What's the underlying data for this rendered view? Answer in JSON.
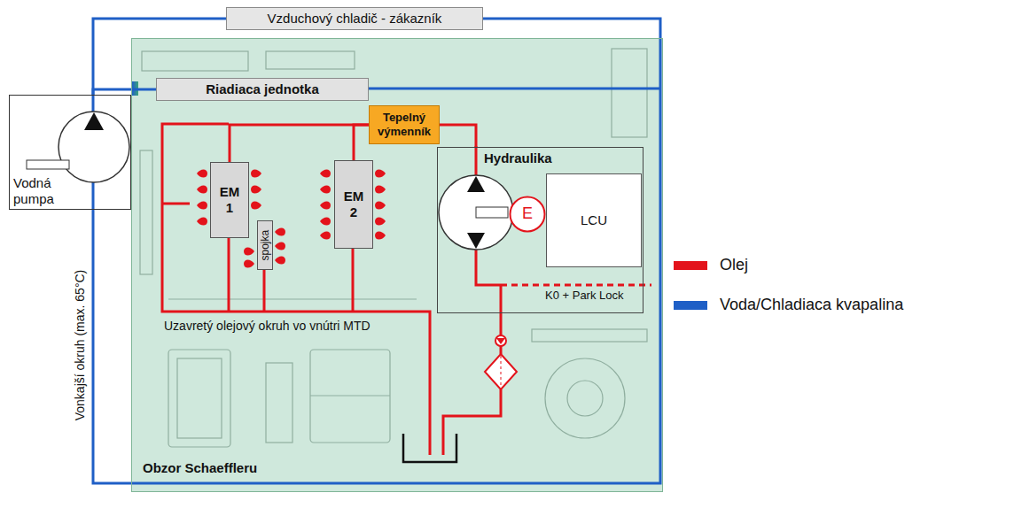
{
  "diagram": {
    "nodes": [
      {
        "text": [
          "Vzduchový chladič - zákazník"
        ]
      },
      {
        "text": [
          "Vodná pumpa"
        ]
      },
      {
        "text": [
          "Obzor Schaeffleru"
        ]
      },
      {
        "text": [
          "Riadiaca jednotka"
        ],
        "in": 2
      },
      {
        "text": [
          "Tepelný výmenník"
        ],
        "in": 2
      },
      {
        "text": [
          "Hydraulika"
        ],
        "in": 2
      },
      {
        "text": [
          "E"
        ],
        "in": 5
      },
      {
        "text": [
          "LCU"
        ],
        "in": 5
      },
      {
        "text": [
          "EM 1"
        ],
        "in": 2
      },
      {
        "text": [
          "spojka"
        ],
        "in": 2
      },
      {
        "text": [
          "EM 2"
        ],
        "in": 2
      }
    ],
    "edges": [
      {
        "from": 1,
        "to": 0,
        "arrow": "none"
      },
      {
        "from": 0,
        "to": 1,
        "arrow": "none"
      },
      {
        "from": 1,
        "to": 3,
        "arrow": "none"
      },
      {
        "from": 4,
        "to": 8,
        "arrow": "none"
      },
      {
        "from": 4,
        "to": 10,
        "arrow": "none"
      },
      {
        "from": 4,
        "to": 5,
        "arrow": "none"
      }
    ],
    "labels": [
      "Vonkajší okruh (max. 65°C)",
      "Uzavretý olejový okruh vo vnútri MTD",
      "K0 + Park Lock"
    ],
    "legend": [
      {
        "text": "Olej",
        "color": "#e3131b"
      },
      {
        "text": "Voda/Chladiaca kvapalina",
        "color": "#1f5fc6"
      }
    ]
  }
}
